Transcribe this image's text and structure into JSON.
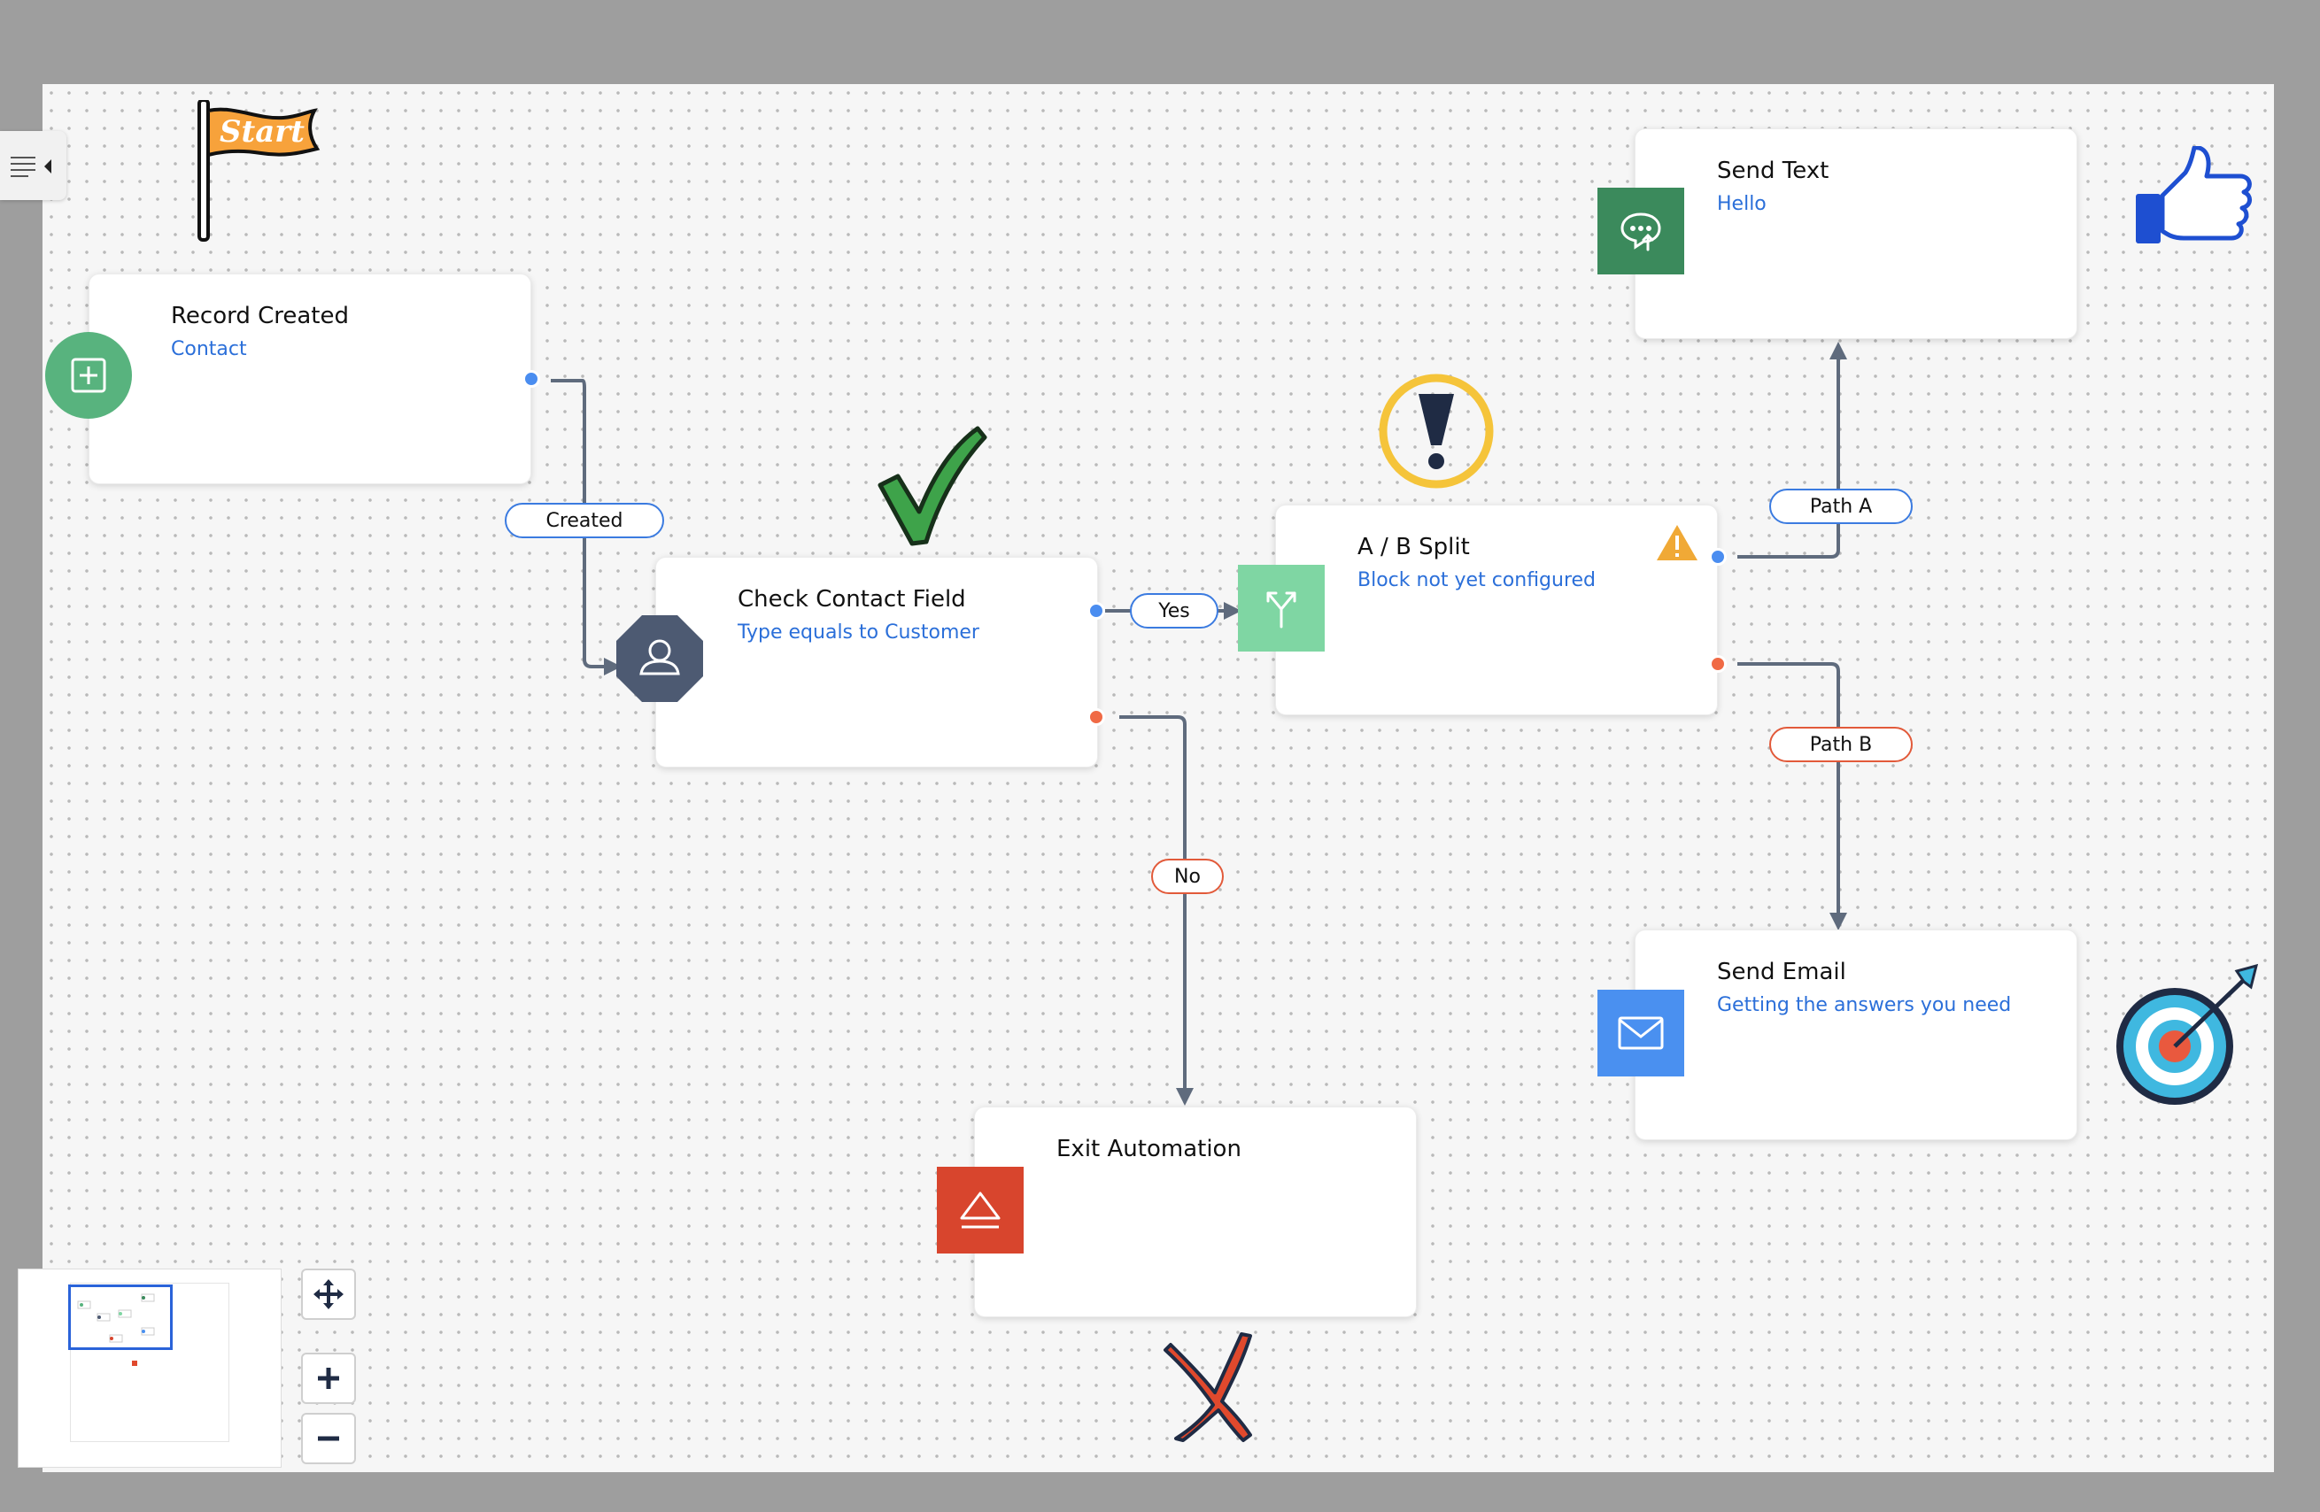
{
  "blocks": {
    "record_created": {
      "title": "Record Created",
      "subtitle": "Contact",
      "color": "#58b37e"
    },
    "check_contact_field": {
      "title": "Check Contact Field",
      "subtitle": "Type equals to Customer",
      "color": "#4d5a72"
    },
    "ab_split": {
      "title": "A / B Split",
      "subtitle": "Block not yet configured",
      "color": "#7fd6a3"
    },
    "send_text": {
      "title": "Send Text",
      "subtitle": "Hello",
      "color": "#3b8a5c"
    },
    "send_email": {
      "title": "Send Email",
      "subtitle": "Getting the answers you need",
      "color": "#4a90f0"
    },
    "exit_automation": {
      "title": "Exit Automation",
      "color": "#d8452d"
    }
  },
  "connectors": {
    "created": "Created",
    "yes": "Yes",
    "no": "No",
    "path_a": "Path A",
    "path_b": "Path B"
  },
  "stickers": {
    "start_flag": "Start"
  },
  "icons": {
    "record_created": "plus-square-icon",
    "check_contact_field": "user-icon",
    "ab_split": "split-icon",
    "send_text": "chat-bubble-icon",
    "send_email": "envelope-icon",
    "exit_automation": "eject-icon",
    "warning": "warning-triangle-icon",
    "sidebar": "list-icon"
  },
  "colors": {
    "accent_blue": "#4a8df0",
    "accent_red": "#f06a45",
    "subtitle_blue": "#2b6fd9"
  }
}
